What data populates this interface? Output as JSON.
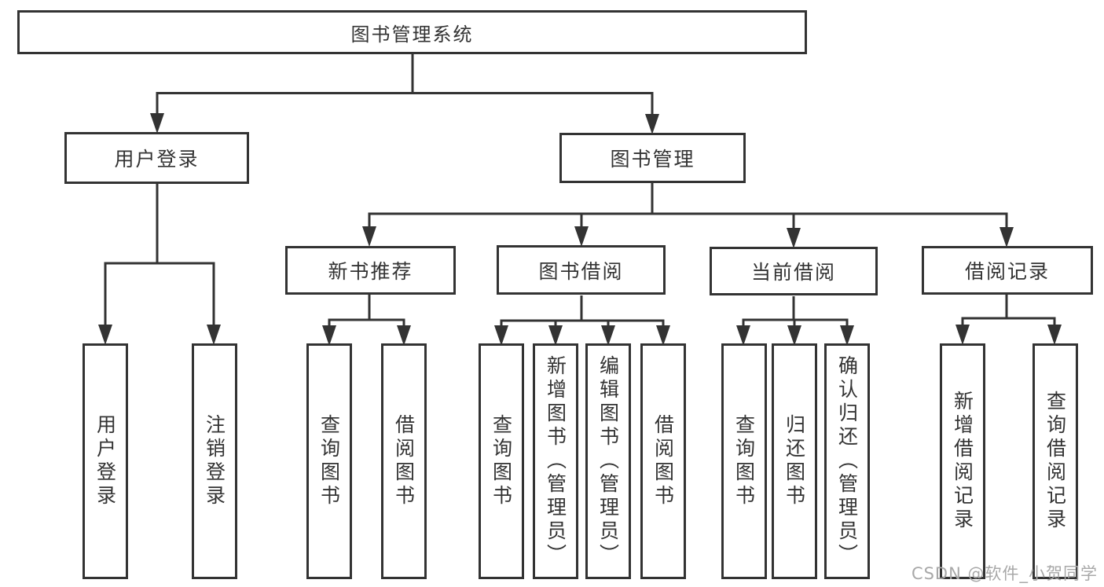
{
  "diagram": {
    "root": {
      "label": "图书管理系统"
    },
    "branches": [
      {
        "label": "用户登录",
        "children": [
          {
            "label": "用户登录"
          },
          {
            "label": "注销登录"
          }
        ]
      },
      {
        "label": "图书管理",
        "children": [
          {
            "label": "新书推荐",
            "children": [
              {
                "label": "查询图书"
              },
              {
                "label": "借阅图书"
              }
            ]
          },
          {
            "label": "图书借阅",
            "children": [
              {
                "label": "查询图书"
              },
              {
                "label": "新增图书（管理员）"
              },
              {
                "label": "编辑图书（管理员）"
              },
              {
                "label": "借阅图书"
              }
            ]
          },
          {
            "label": "当前借阅",
            "children": [
              {
                "label": "查询图书"
              },
              {
                "label": "归还图书"
              },
              {
                "label": "确认归还（管理员）"
              }
            ]
          },
          {
            "label": "借阅记录",
            "children": [
              {
                "label": "新增借阅记录"
              },
              {
                "label": "查询借阅记录"
              }
            ]
          }
        ]
      }
    ]
  },
  "watermark": {
    "text": "CSDN @软件_小贺同学"
  },
  "colors": {
    "line": "#333333",
    "box_border": "#333333",
    "text": "#333333",
    "watermark": "#a8a8a8",
    "background": "#ffffff"
  }
}
